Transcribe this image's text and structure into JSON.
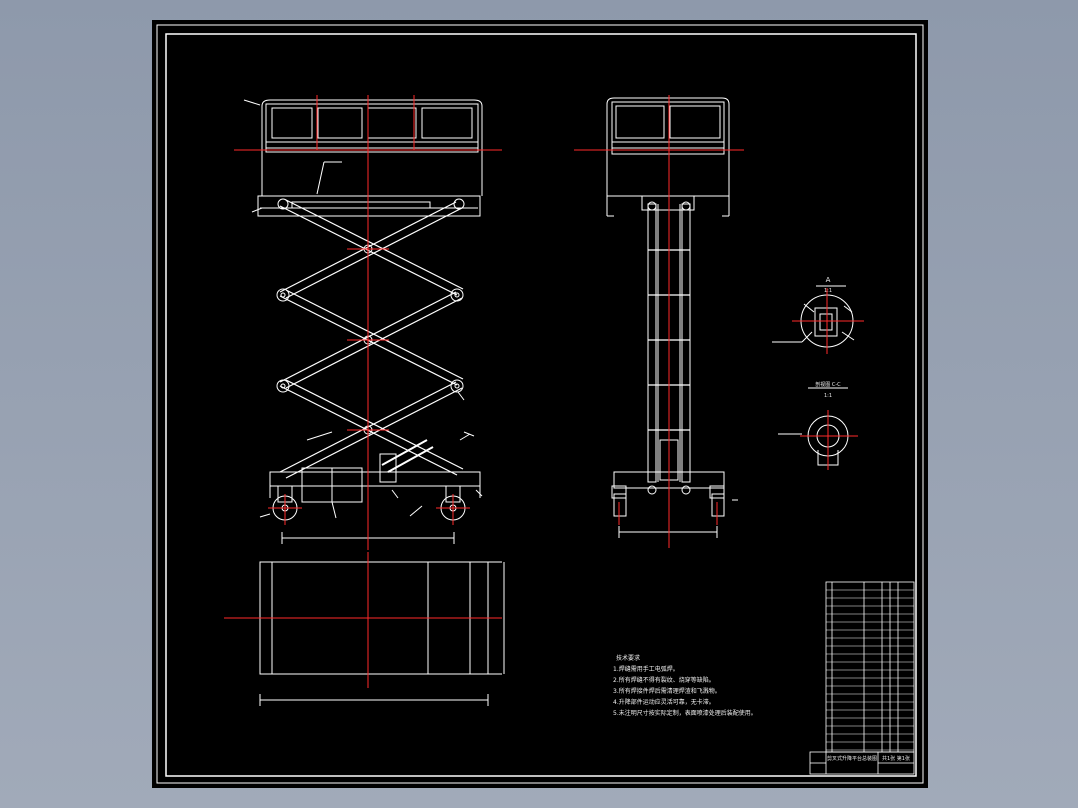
{
  "window": {
    "background": "#9aa3b3",
    "canvas_color": "#000000",
    "line_color": "#ffffff",
    "centerline_color": "#ff2020"
  },
  "views": {
    "detail_a": {
      "title": "A",
      "scale": "1:1"
    },
    "section_c": {
      "title": "剖视图 C-C",
      "scale": "1:1"
    }
  },
  "tech_notes": {
    "heading": "技术要求",
    "lines": [
      "1.焊缝需用手工电弧焊。",
      "2.所有焊缝不得有裂纹、烧穿等缺陷。",
      "3.所有焊接件焊后需清理焊渣和飞溅物。",
      "4.升降部件运动应灵活可靠，无卡滞。",
      "5.未注明尺寸按实际定制，表面喷漆处理后装配使用。"
    ]
  },
  "title_block": {
    "drawing_name": "剪叉式升降平台总装图",
    "sheet_info": "共1张 第1张"
  }
}
